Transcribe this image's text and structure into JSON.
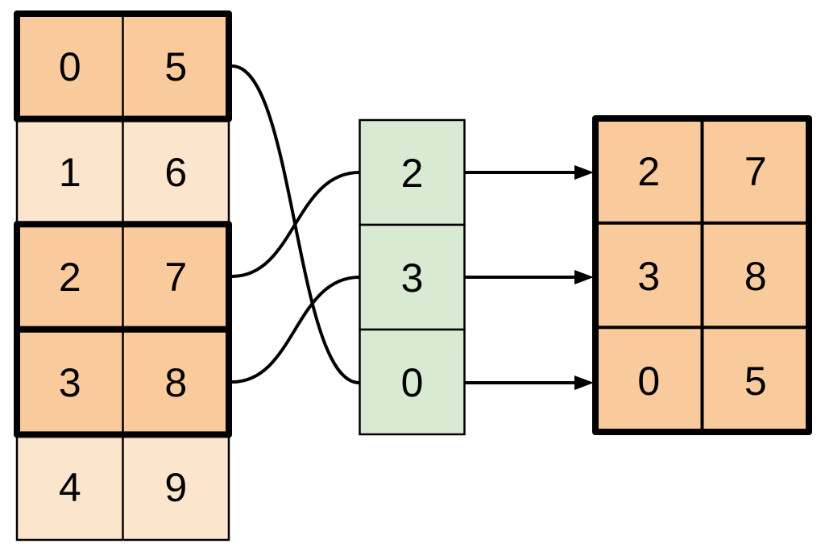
{
  "colors": {
    "background": "#FFFFFF",
    "highlight_fill": "#F9CB9C",
    "muted_fill": "#FCE5CD",
    "index_fill": "#D9EAD3",
    "line": "#000000"
  },
  "source_table": {
    "rows": [
      {
        "cells": [
          "0",
          "5"
        ],
        "highlighted": true
      },
      {
        "cells": [
          "1",
          "6"
        ],
        "highlighted": false
      },
      {
        "cells": [
          "2",
          "7"
        ],
        "highlighted": true
      },
      {
        "cells": [
          "3",
          "8"
        ],
        "highlighted": true
      },
      {
        "cells": [
          "4",
          "9"
        ],
        "highlighted": false
      }
    ]
  },
  "index_column": {
    "cells": [
      "2",
      "3",
      "0"
    ]
  },
  "result_table": {
    "rows": [
      {
        "cells": [
          "2",
          "7"
        ]
      },
      {
        "cells": [
          "3",
          "8"
        ]
      },
      {
        "cells": [
          "0",
          "5"
        ]
      }
    ]
  },
  "connections": {
    "curves": [
      {
        "from_source_row": 0,
        "to_index_row": 2
      },
      {
        "from_source_row": 2,
        "to_index_row": 0
      },
      {
        "from_source_row": 3,
        "to_index_row": 1
      }
    ],
    "arrows": [
      {
        "from_index_row": 0,
        "to_result_row": 0
      },
      {
        "from_index_row": 1,
        "to_result_row": 1
      },
      {
        "from_index_row": 2,
        "to_result_row": 2
      }
    ]
  }
}
